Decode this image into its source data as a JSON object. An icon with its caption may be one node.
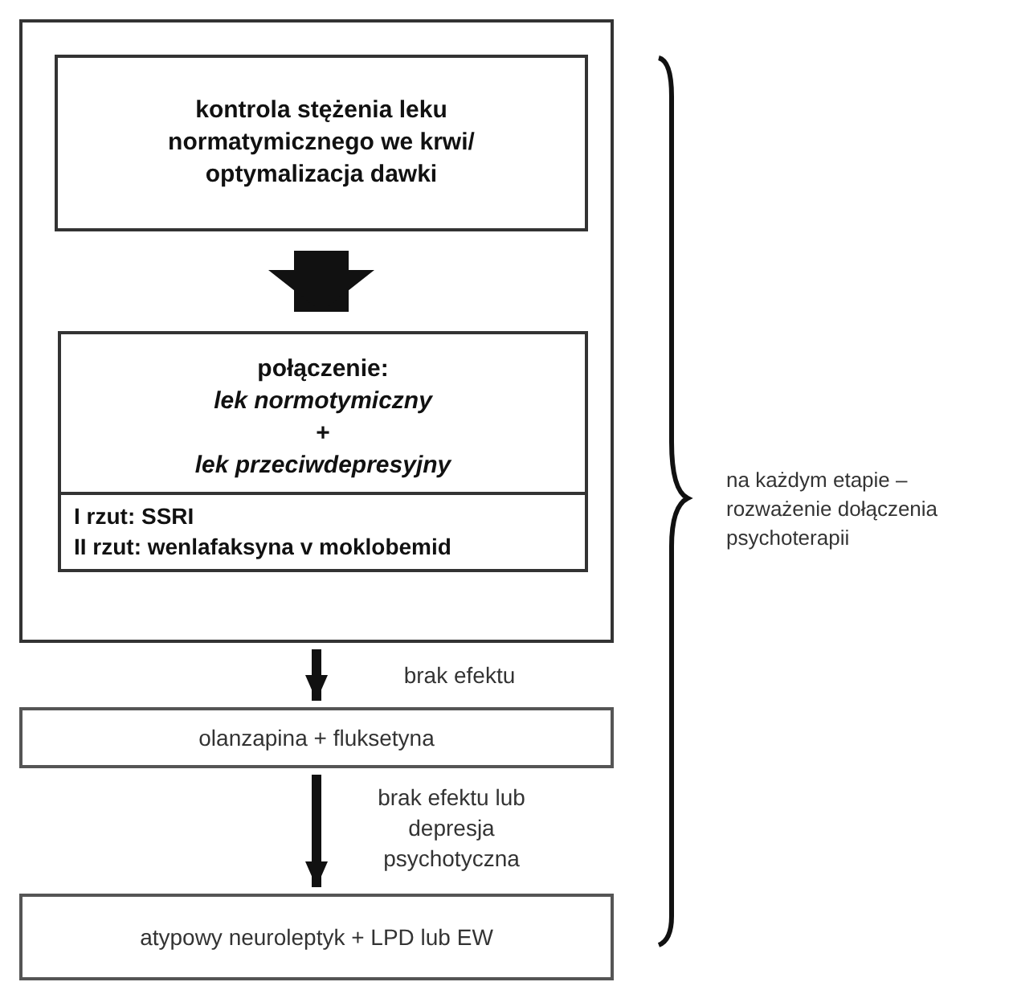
{
  "diagram": {
    "nodes": [
      {
        "text": [],
        "shape": "box"
      },
      {
        "text": [
          "kontrola stężenia leku normatymicznego we krwi/ optymalizacja dawki"
        ],
        "in": 0
      },
      {
        "text": [
          "połączenie:",
          "lek normotymiczny",
          "+",
          "lek przeciwdepresyjny"
        ],
        "in": 0
      },
      {
        "text": [
          "I rzut: SSRI",
          "II rzut: wenlafaksyna v moklobemid"
        ],
        "in": 2
      },
      {
        "text": [
          "olanzapina + fluksetyna"
        ]
      },
      {
        "text": [
          "atypowy neuroleptyk + LPD lub EW"
        ]
      }
    ],
    "edges": [
      {
        "from": 1,
        "to": 2,
        "arrow": "to",
        "style": "thick"
      },
      {
        "from": 0,
        "to": 4,
        "arrow": "to",
        "label": "brak efektu"
      },
      {
        "from": 4,
        "to": 5,
        "arrow": "to",
        "label": "brak efektu lub depresja psychotyczna"
      }
    ],
    "labels": [
      "na każdym etapie – rozważenie dołączenia psychoterapii"
    ]
  }
}
